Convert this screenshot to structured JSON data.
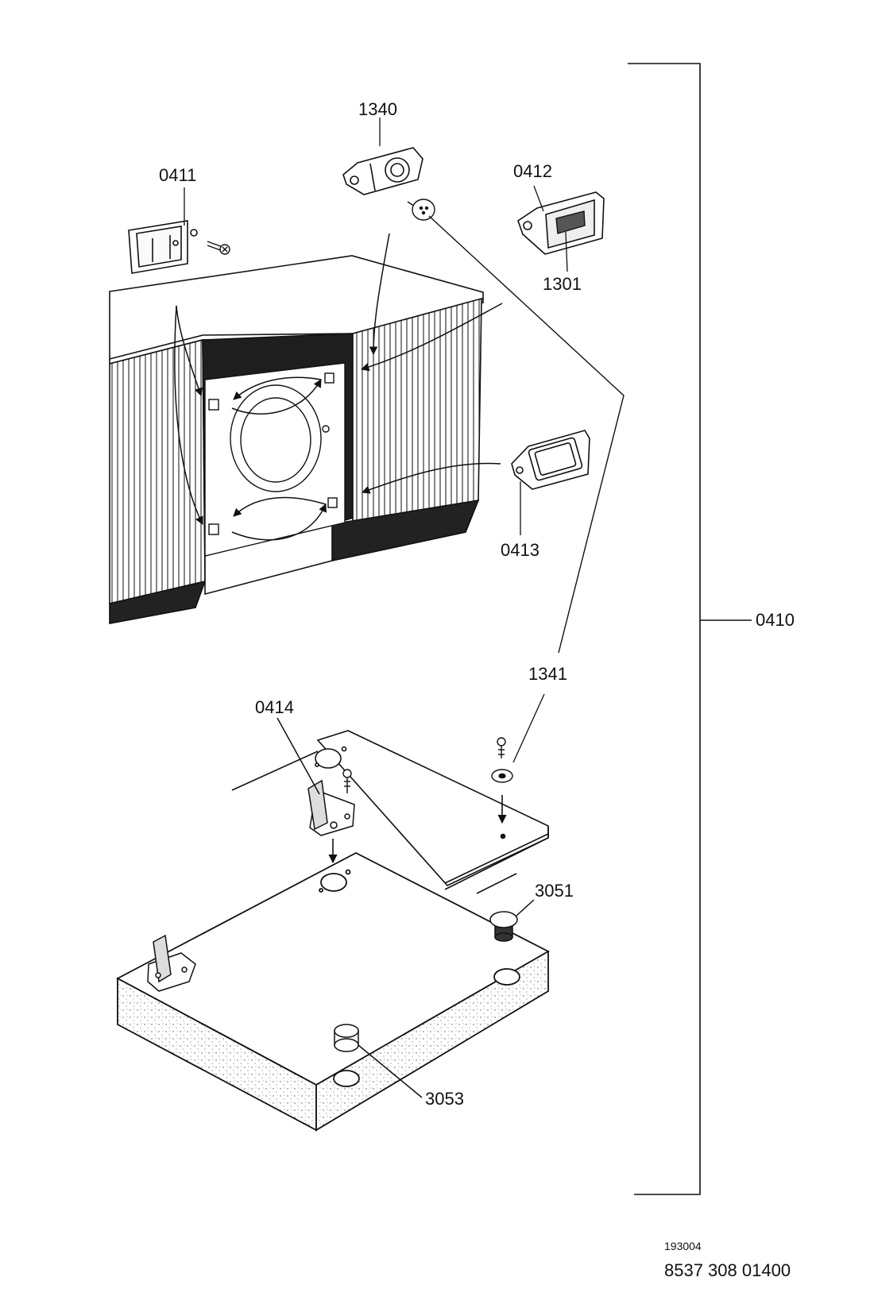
{
  "labels": {
    "p0410": "0410",
    "p0411": "0411",
    "p0412": "0412",
    "p0413": "0413",
    "p0414": "0414",
    "p1301": "1301",
    "p1340": "1340",
    "p1341": "1341",
    "p3051": "3051",
    "p3053": "3053"
  },
  "footer": {
    "drawing_number": "193004",
    "part_number": "8537 308 01400"
  }
}
